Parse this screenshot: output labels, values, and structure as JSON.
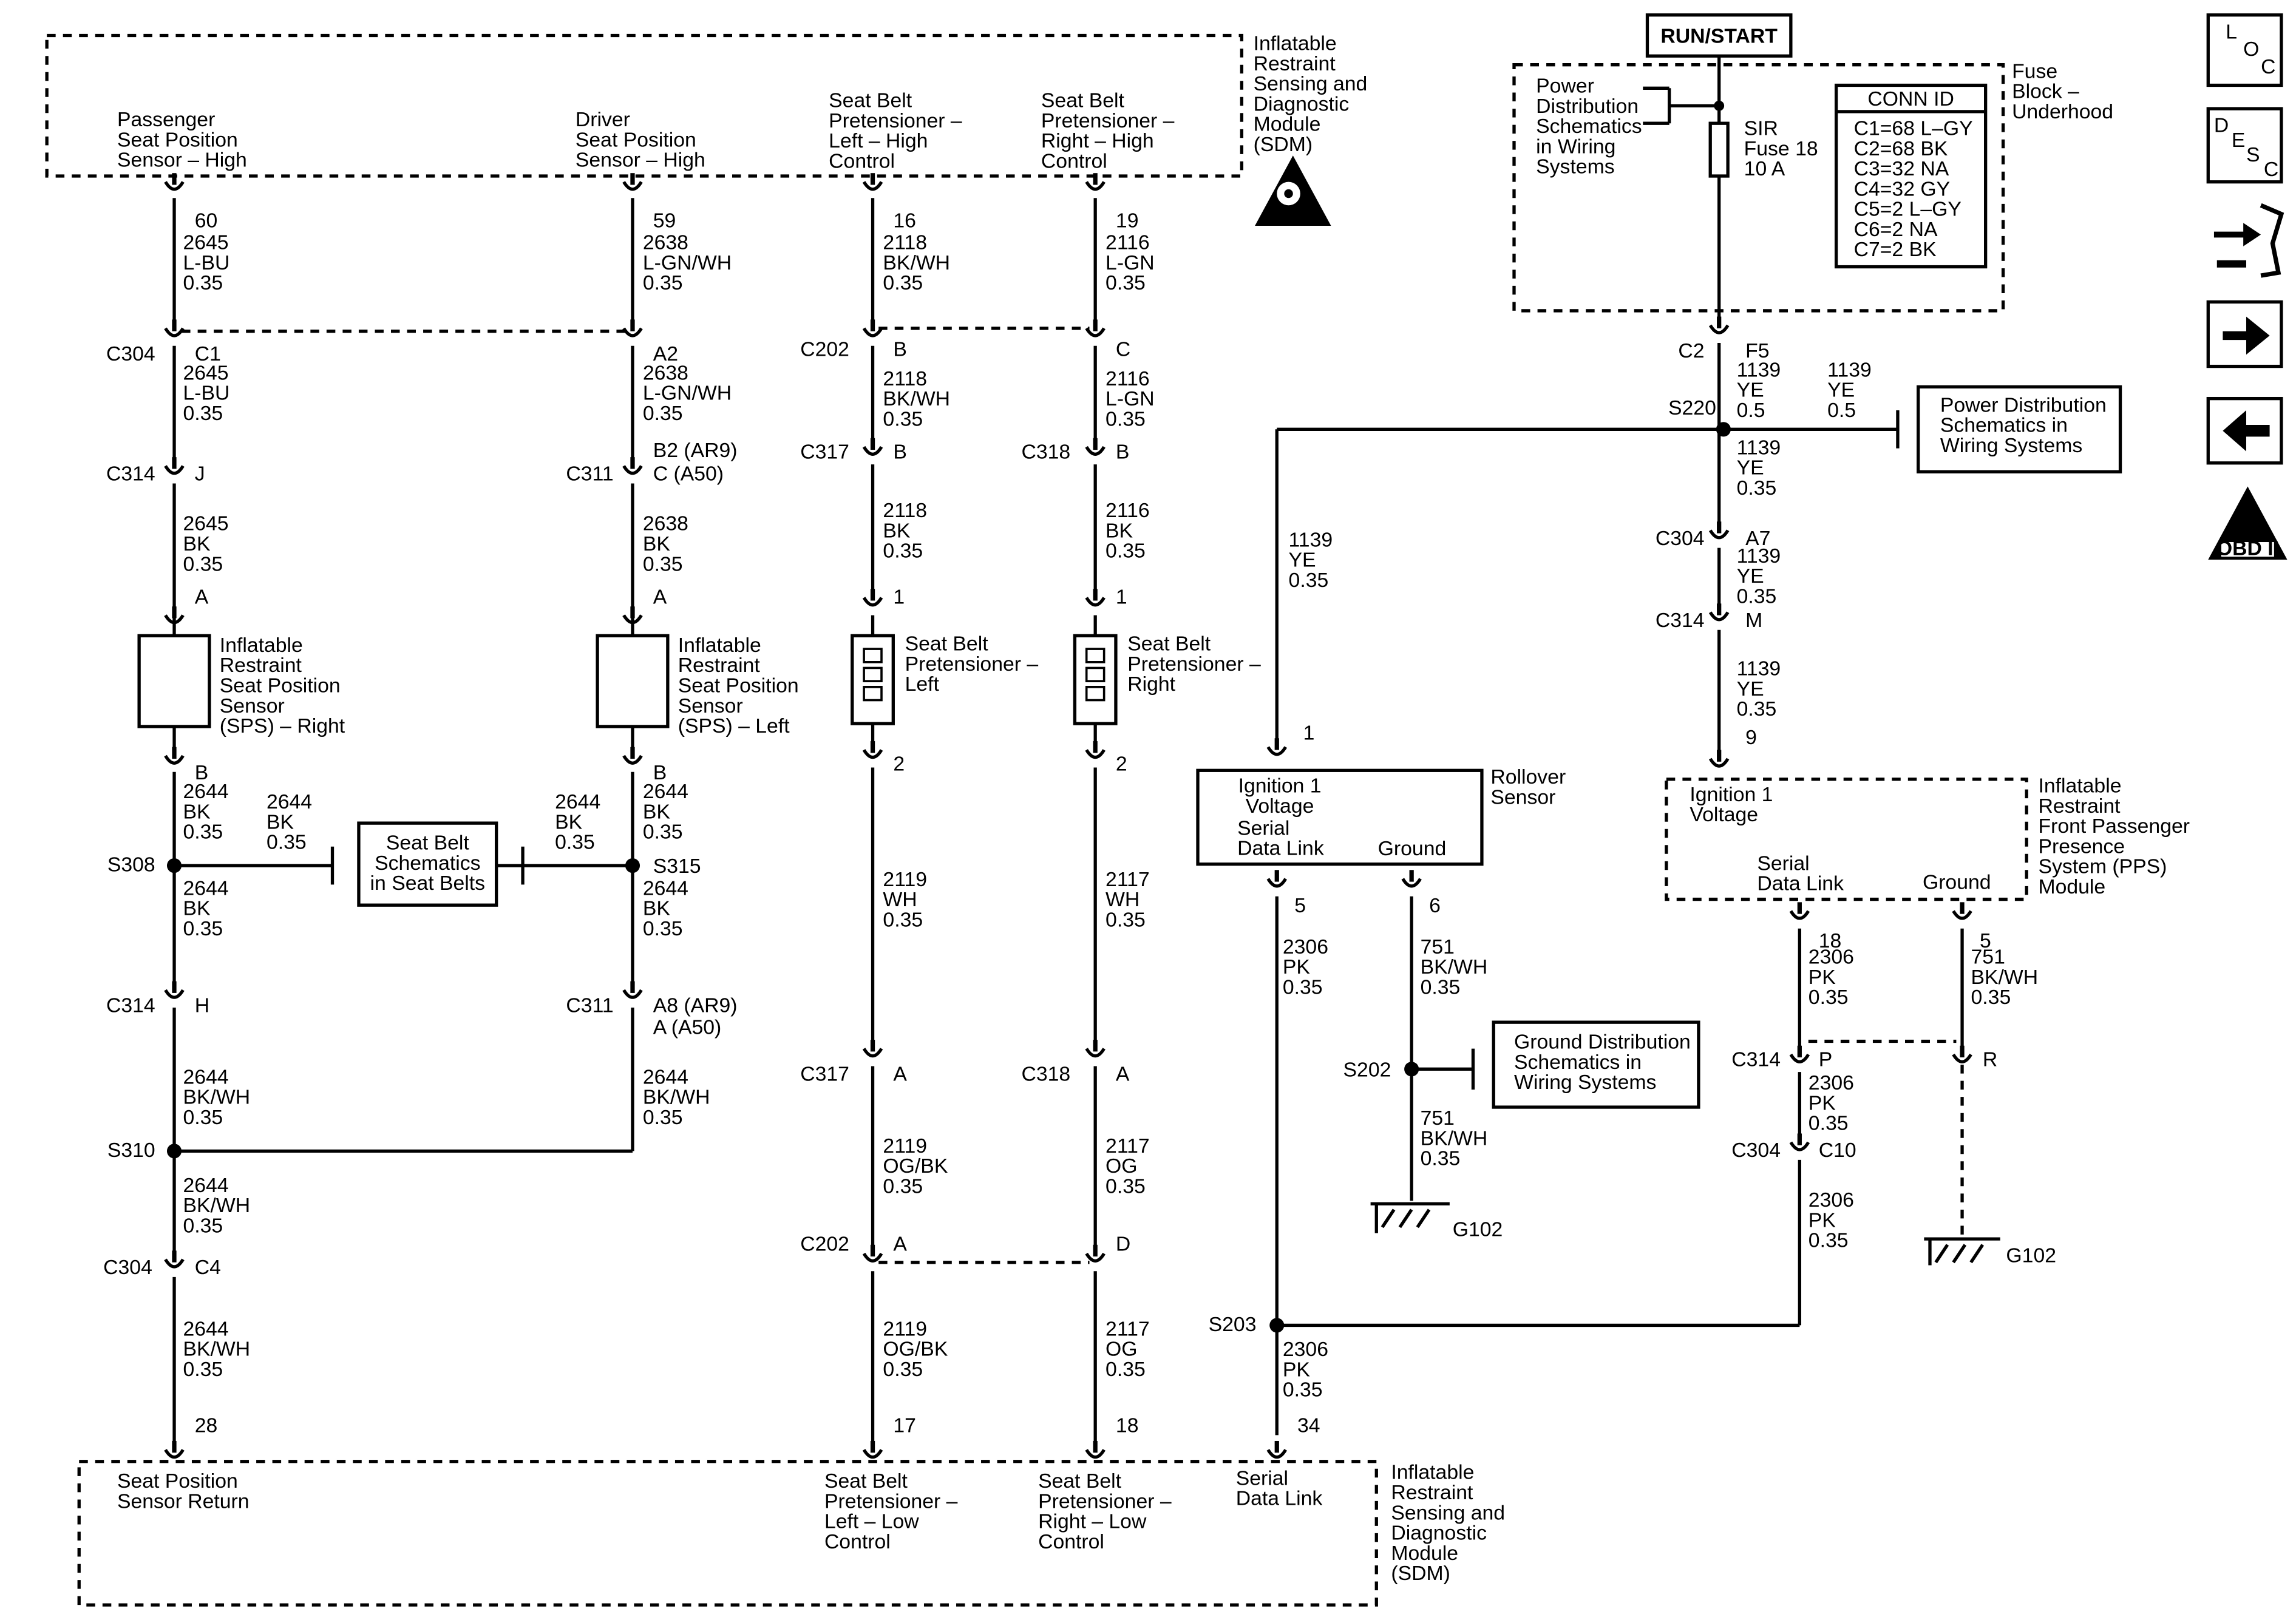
{
  "labels": {
    "sdm_top_title": [
      "Inflatable",
      "Restraint",
      "Sensing and",
      "Diagnostic",
      "Module",
      "(SDM)"
    ],
    "sdm_bottom_title": [
      "Inflatable",
      "Restraint",
      "Sensing and",
      "Diagnostic",
      "Module",
      "(SDM)"
    ],
    "pin_pass_seat_high": [
      "Passenger",
      "Seat Position",
      "Sensor – High"
    ],
    "pin_drv_seat_high": [
      "Driver",
      "Seat Position",
      "Sensor – High"
    ],
    "pin_pret_left_high": [
      "Seat Belt",
      "Pretensioner –",
      "Left – High",
      "Control"
    ],
    "pin_pret_right_high": [
      "Seat Belt",
      "Pretensioner –",
      "Right – High",
      "Control"
    ],
    "pin_seat_return": [
      "Seat Position",
      "Sensor Return"
    ],
    "pin_pret_left_low": [
      "Seat Belt",
      "Pretensioner –",
      "Left – Low",
      "Control"
    ],
    "pin_pret_right_low": [
      "Seat Belt",
      "Pretensioner –",
      "Right – Low",
      "Control"
    ],
    "pin_serial_bottom": [
      "Serial",
      "Data Link"
    ],
    "sps_right": [
      "Inflatable",
      "Restraint",
      "Seat Position",
      "Sensor",
      "(SPS) – Right"
    ],
    "sps_left": [
      "Inflatable",
      "Restraint",
      "Seat Position",
      "Sensor",
      "(SPS) – Left"
    ],
    "pret_left": [
      "Seat Belt",
      "Pretensioner –",
      "Left"
    ],
    "pret_right": [
      "Seat Belt",
      "Pretensioner –",
      "Right"
    ],
    "seat_belt_schem": [
      "Seat Belt",
      "Schematics",
      "in Seat Belts"
    ],
    "run_start": "RUN/START",
    "fuse_block": [
      "Fuse",
      "Block –",
      "Underhood"
    ],
    "power_dist_fuse": [
      "Power",
      "Distribution",
      "Schematics",
      "in Wiring",
      "Systems"
    ],
    "sir_fuse": [
      "SIR",
      "Fuse 18",
      "10 A"
    ],
    "conn_id_title": "CONN ID",
    "conn_id_rows": [
      "C1=68 L–GY",
      "C2=68 BK",
      "C3=32 NA",
      "C4=32 GY",
      "C5=2 L–GY",
      "C6=2 NA",
      "C7=2 BK"
    ],
    "power_dist_box": [
      "Power Distribution",
      "Schematics in",
      "Wiring Systems"
    ],
    "ground_dist_box": [
      "Ground Distribution",
      "Schematics in",
      "Wiring Systems"
    ],
    "rollover_name": [
      "Rollover",
      "Sensor"
    ],
    "rollover_ign": [
      "Ignition 1",
      "Voltage"
    ],
    "rollover_serial": [
      "Serial",
      "Data Link"
    ],
    "rollover_ground": "Ground",
    "pps_name": [
      "Inflatable",
      "Restraint",
      "Front Passenger",
      "Presence",
      "System (PPS)",
      "Module"
    ],
    "pps_ign": [
      "Ignition 1",
      "Voltage"
    ],
    "pps_serial": [
      "Serial",
      "Data Link"
    ],
    "pps_ground": "Ground",
    "g102_a": "G102",
    "g102_b": "G102",
    "nav_loc": [
      "L",
      "O",
      "C"
    ],
    "nav_desc": [
      "D",
      "E",
      "S",
      "C"
    ],
    "nav_obd": "OBD II",
    "nav_obd_mark": "II"
  },
  "wires": [
    [
      "2645",
      "L-BU",
      "0.35"
    ],
    [
      "2645",
      "L-BU",
      "0.35"
    ],
    [
      "2645",
      "BK",
      "0.35"
    ],
    [
      "2644",
      "BK",
      "0.35"
    ],
    [
      "2644",
      "BK",
      "0.35"
    ],
    [
      "2644",
      "BK",
      "0.35"
    ],
    [
      "2644",
      "BK/WH",
      "0.35"
    ],
    [
      "2644",
      "BK/WH",
      "0.35"
    ],
    [
      "2644",
      "BK/WH",
      "0.35"
    ],
    [
      "2638",
      "L-GN/WH",
      "0.35"
    ],
    [
      "2638",
      "L-GN/WH",
      "0.35"
    ],
    [
      "2638",
      "BK",
      "0.35"
    ],
    [
      "2644",
      "BK",
      "0.35"
    ],
    [
      "2644",
      "BK",
      "0.35"
    ],
    [
      "2644",
      "BK",
      "0.35"
    ],
    [
      "2644",
      "BK/WH",
      "0.35"
    ],
    [
      "2118",
      "BK/WH",
      "0.35"
    ],
    [
      "2118",
      "BK/WH",
      "0.35"
    ],
    [
      "2118",
      "BK",
      "0.35"
    ],
    [
      "2119",
      "WH",
      "0.35"
    ],
    [
      "2119",
      "OG/BK",
      "0.35"
    ],
    [
      "2119",
      "OG/BK",
      "0.35"
    ],
    [
      "2116",
      "L-GN",
      "0.35"
    ],
    [
      "2116",
      "L-GN",
      "0.35"
    ],
    [
      "2116",
      "BK",
      "0.35"
    ],
    [
      "2117",
      "WH",
      "0.35"
    ],
    [
      "2117",
      "OG",
      "0.35"
    ],
    [
      "2117",
      "OG",
      "0.35"
    ],
    [
      "1139",
      "YE",
      "0.5"
    ],
    [
      "1139",
      "YE",
      "0.5"
    ],
    [
      "1139",
      "YE",
      "0.35"
    ],
    [
      "1139",
      "YE",
      "0.35"
    ],
    [
      "1139",
      "YE",
      "0.35"
    ],
    [
      "1139",
      "YE",
      "0.35"
    ],
    [
      "2306",
      "PK",
      "0.35"
    ],
    [
      "2306",
      "PK",
      "0.35"
    ],
    [
      "751",
      "BK/WH",
      "0.35"
    ],
    [
      "751",
      "BK/WH",
      "0.35"
    ],
    [
      "2306",
      "PK",
      "0.35"
    ],
    [
      "2306",
      "PK",
      "0.35"
    ],
    [
      "2306",
      "PK",
      "0.35"
    ],
    [
      "751",
      "BK/WH",
      "0.35"
    ]
  ],
  "tags": [
    "60",
    "C304",
    "C1",
    "C314",
    "J",
    "A",
    "B",
    "S308",
    "C314",
    "H",
    "S310",
    "C304",
    "C4",
    "28",
    "59",
    "A2",
    "B2 (AR9)",
    "C311",
    "C (A50)",
    "A",
    "B",
    "S315",
    "C311",
    "A8 (AR9)",
    "A (A50)",
    "16",
    "C202",
    "B",
    "C317",
    "B",
    "1",
    "2",
    "C317",
    "A",
    "C202",
    "A",
    "17",
    "19",
    "C",
    "C318",
    "B",
    "1",
    "2",
    "C318",
    "A",
    "D",
    "18",
    "C2",
    "F5",
    "S220",
    "C304",
    "A7",
    "C314",
    "M",
    "9",
    "1",
    "5",
    "6",
    "S202",
    "S203",
    "34",
    "18",
    "5",
    "C314",
    "P",
    "R",
    "C304",
    "C10"
  ]
}
